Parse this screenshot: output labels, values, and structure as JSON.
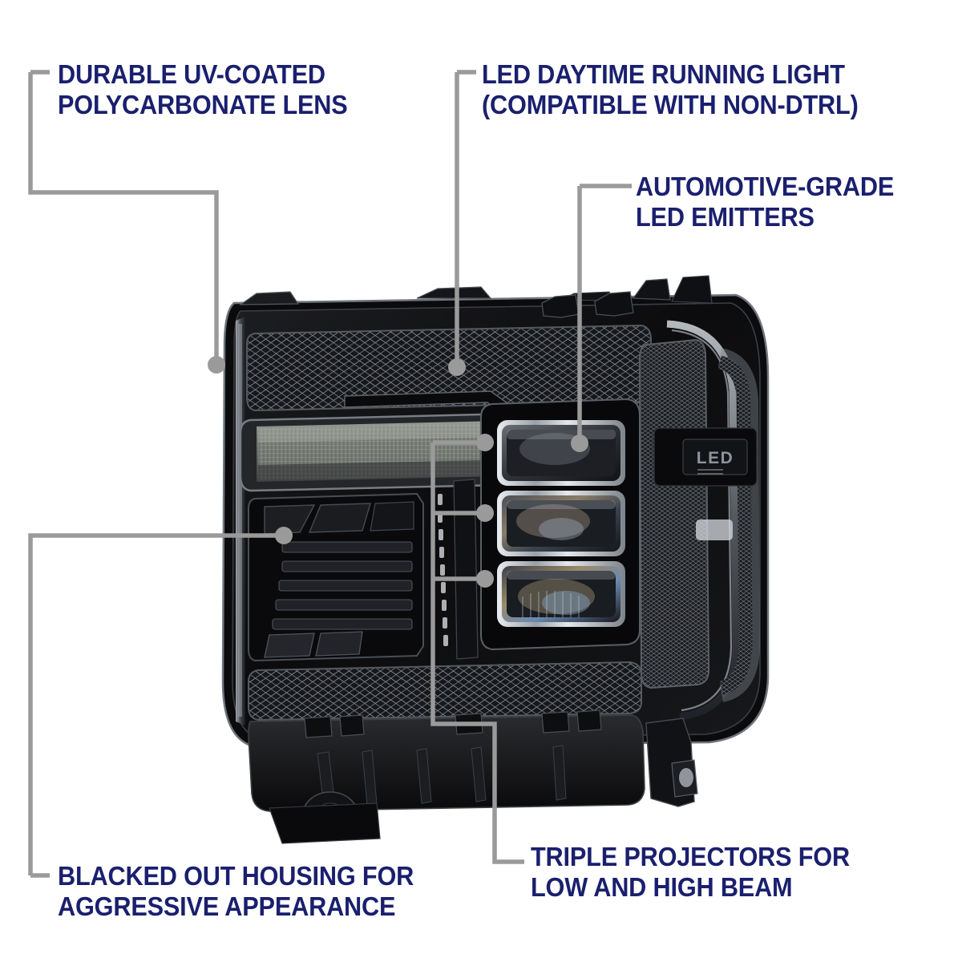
{
  "background_color": "#ffffff",
  "text_color": "#1a1f6e",
  "leader_color": "#9a9a9a",
  "product": {
    "name": "led-projector-headlight-assembly",
    "body_color": "#0d0d0f",
    "bezel_color": "#2a2a2e",
    "chrome_color": "#c9ccd1",
    "marking_label": "LED"
  },
  "callouts": [
    {
      "id": "durable-uv-coated-polycarbonate-lens",
      "line1": "DURABLE UV-COATED",
      "line2": "POLYCARBONATE LENS",
      "align": "left"
    },
    {
      "id": "led-daytime-running-light",
      "line1": "LED DAYTIME RUNNING LIGHT",
      "line2": "(COMPATIBLE WITH NON-DTRL)",
      "align": "left"
    },
    {
      "id": "automotive-grade-led-emitters",
      "line1": "AUTOMOTIVE-GRADE",
      "line2": "LED EMITTERS",
      "align": "left"
    },
    {
      "id": "blacked-out-housing",
      "line1": "BLACKED OUT HOUSING FOR",
      "line2": "AGGRESSIVE APPEARANCE",
      "align": "left"
    },
    {
      "id": "triple-projectors",
      "line1": "TRIPLE PROJECTORS FOR",
      "line2": "LOW AND HIGH BEAM",
      "align": "left"
    }
  ]
}
